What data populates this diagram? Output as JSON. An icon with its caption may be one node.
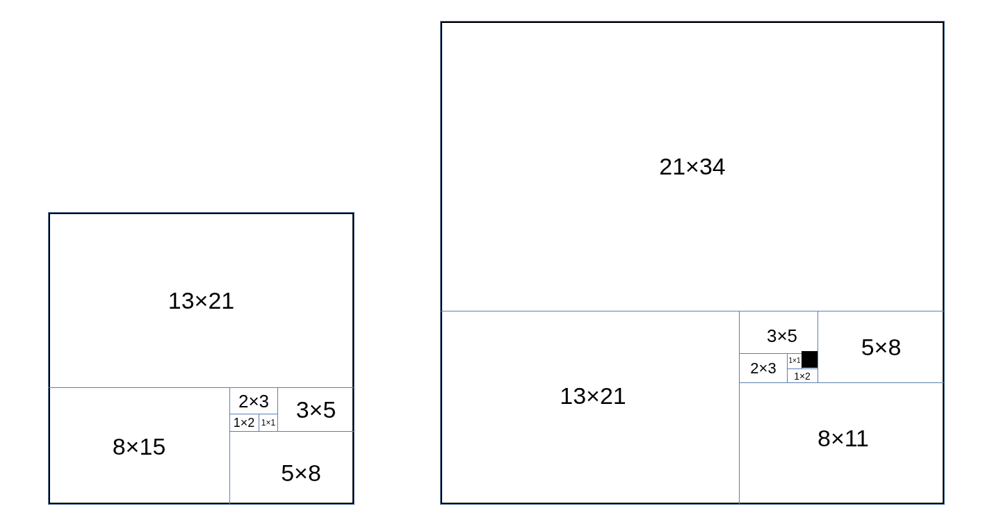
{
  "diagram": {
    "nodes": [
      {
        "text": [],
        "shape": "box"
      },
      {
        "text": [
          "13×21"
        ],
        "in": 0
      },
      {
        "text": [
          "8×15"
        ],
        "in": 0
      },
      {
        "text": [
          "2×3"
        ],
        "in": 0
      },
      {
        "text": [
          "3×5"
        ],
        "in": 0
      },
      {
        "text": [
          "1×2"
        ],
        "in": 0
      },
      {
        "text": [
          "1×1"
        ],
        "in": 0
      },
      {
        "text": [
          "5×8"
        ],
        "in": 0
      },
      {
        "text": [],
        "shape": "box"
      },
      {
        "text": [
          "21×34"
        ],
        "in": 8
      },
      {
        "text": [
          "13×21"
        ],
        "in": 8
      },
      {
        "text": [
          "3×5"
        ],
        "in": 8
      },
      {
        "text": [
          "2×3"
        ],
        "in": 8
      },
      {
        "text": [
          "1×1"
        ],
        "in": 8
      },
      {
        "text": [],
        "shape": "box",
        "in": 8
      },
      {
        "text": [
          "1×2"
        ],
        "in": 8
      },
      {
        "text": [
          "5×8"
        ],
        "in": 8
      },
      {
        "text": [
          "8×11"
        ],
        "in": 8
      }
    ],
    "edges": []
  }
}
